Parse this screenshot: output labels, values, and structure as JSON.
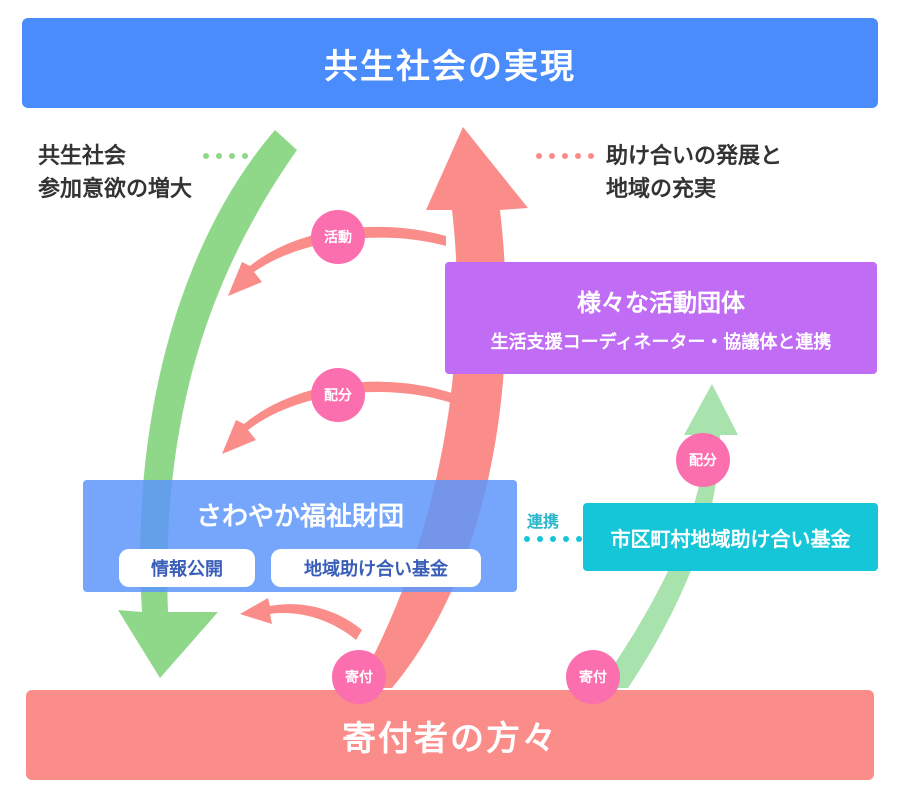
{
  "top_banner": "共生社会の実現",
  "bottom_banner": "寄付者の方々",
  "note_left": [
    "共生社会",
    "参加意欲の増大"
  ],
  "note_right": [
    "助け合いの発展と",
    "地域の充実"
  ],
  "activity_groups": {
    "title": "様々な活動団体",
    "subtitle": "生活支援コーディネーター・協議体と連携"
  },
  "foundation": {
    "title": "さわやか福祉財団",
    "items": [
      "情報公開",
      "地域助け合い基金"
    ]
  },
  "municipal_fund": "市区町村地域助け合い基金",
  "link_label": "連携",
  "badges": {
    "activity": "活動",
    "distribution_left": "配分",
    "distribution_right": "配分",
    "donation_left": "寄付",
    "donation_right": "寄付"
  },
  "colors": {
    "blue_banner": "#4a8cfb",
    "pink_banner": "#fa8c8a",
    "green_arrow": "#8fd88a",
    "pink_arrow": "#fa8c8a",
    "purple_box": "#c06cf5",
    "teal_box": "#15c6d8",
    "badge": "#fb6fae"
  }
}
